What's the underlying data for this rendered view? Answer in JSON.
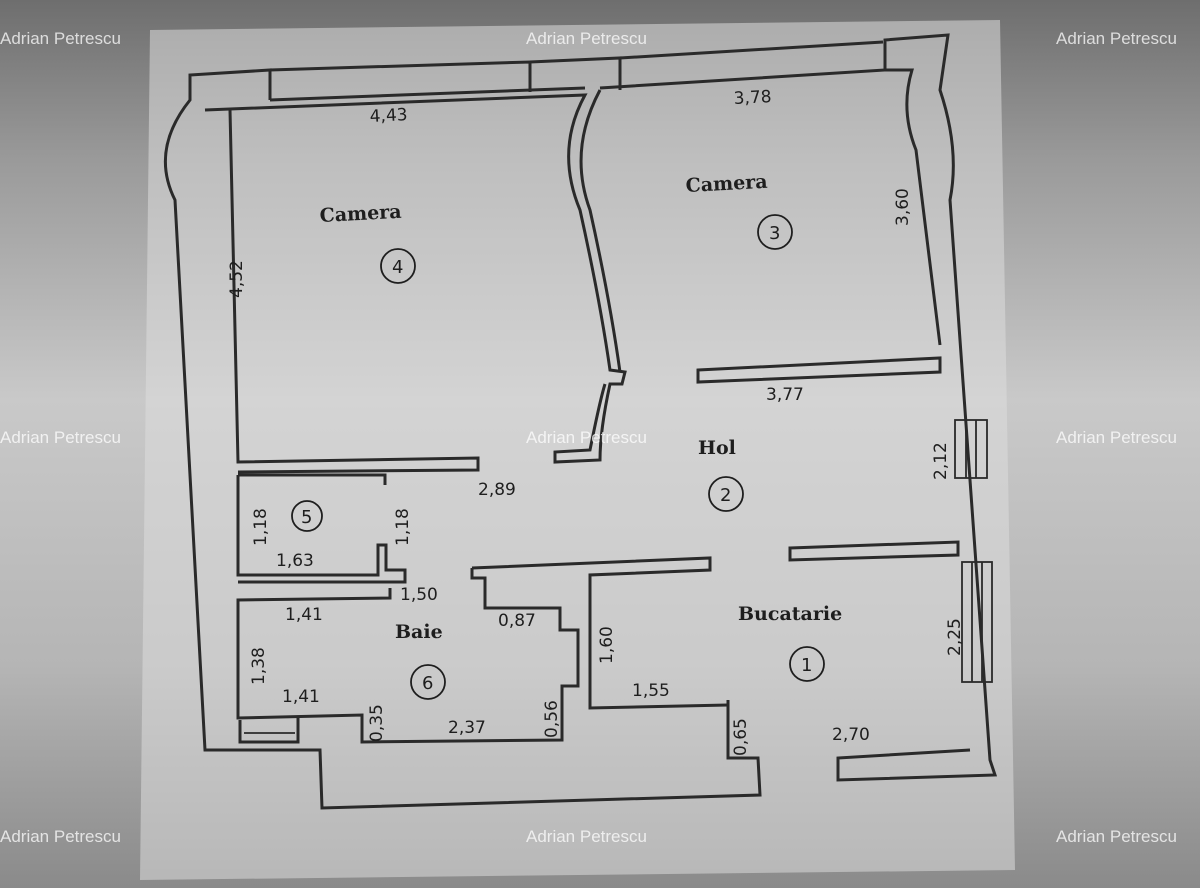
{
  "watermark": "Adrian Petrescu",
  "rooms": {
    "camera4": {
      "label": "Camera",
      "number": "4"
    },
    "camera3": {
      "label": "Camera",
      "number": "3"
    },
    "hol": {
      "label": "Hol",
      "number": "2"
    },
    "bucatarie": {
      "label": "Bucatarie",
      "number": "1"
    },
    "baie": {
      "label": "Baie",
      "number": "6"
    },
    "storage": {
      "number": "5"
    }
  },
  "dimensions": {
    "d443": "4,43",
    "d378": "3,78",
    "d452": "4,52",
    "d360": "3,60",
    "d377": "3,77",
    "d212": "2,12",
    "d289": "2,89",
    "d118a": "1,18",
    "d118b": "1,18",
    "d163": "1,63",
    "d150": "1,50",
    "d141a": "1,41",
    "d087": "0,87",
    "d160": "1,60",
    "d225": "2,25",
    "d138": "1,38",
    "d141b": "1,41",
    "d035": "0,35",
    "d237": "2,37",
    "d056": "0,56",
    "d155": "1,55",
    "d065": "0,65",
    "d270": "2,70"
  }
}
